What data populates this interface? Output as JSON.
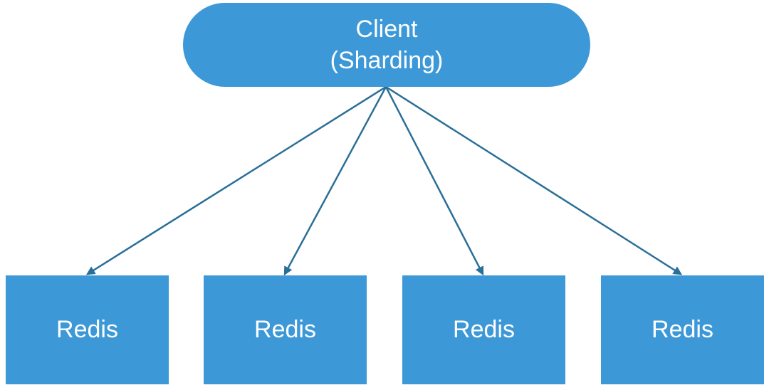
{
  "client": {
    "line1": "Client",
    "line2": "(Sharding)"
  },
  "redis_nodes": [
    {
      "label": "Redis"
    },
    {
      "label": "Redis"
    },
    {
      "label": "Redis"
    },
    {
      "label": "Redis"
    }
  ],
  "colors": {
    "node_fill": "#3c98d7",
    "connector": "#2a6f98",
    "text": "#ffffff"
  }
}
